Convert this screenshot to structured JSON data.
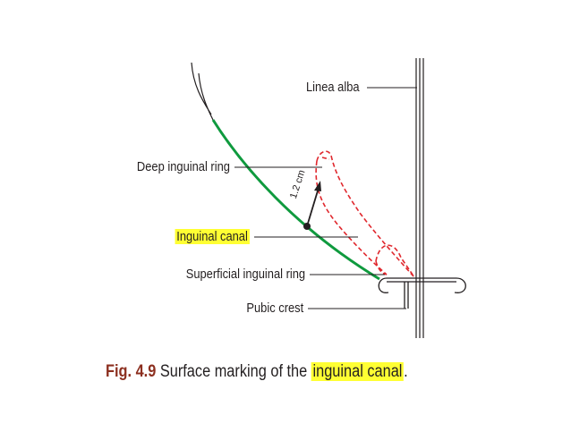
{
  "labels": {
    "linea_alba": "Linea alba",
    "deep_inguinal_ring": "Deep inguinal ring",
    "inguinal_canal": "Inguinal canal",
    "superficial_inguinal_ring": "Superficial inguinal ring",
    "pubic_crest": "Pubic crest",
    "distance": "1.2 cm"
  },
  "caption": {
    "fig": "Fig. 4.9",
    "text_before": " Surface marking of the ",
    "highlight": "inguinal canal",
    "text_after": "."
  },
  "colors": {
    "inguinal_ligament": "#0f9a3e",
    "canal_outline": "#e0282e",
    "highlight": "#ffff33",
    "fig_label": "#8c2f1f",
    "ink": "#231f20"
  }
}
